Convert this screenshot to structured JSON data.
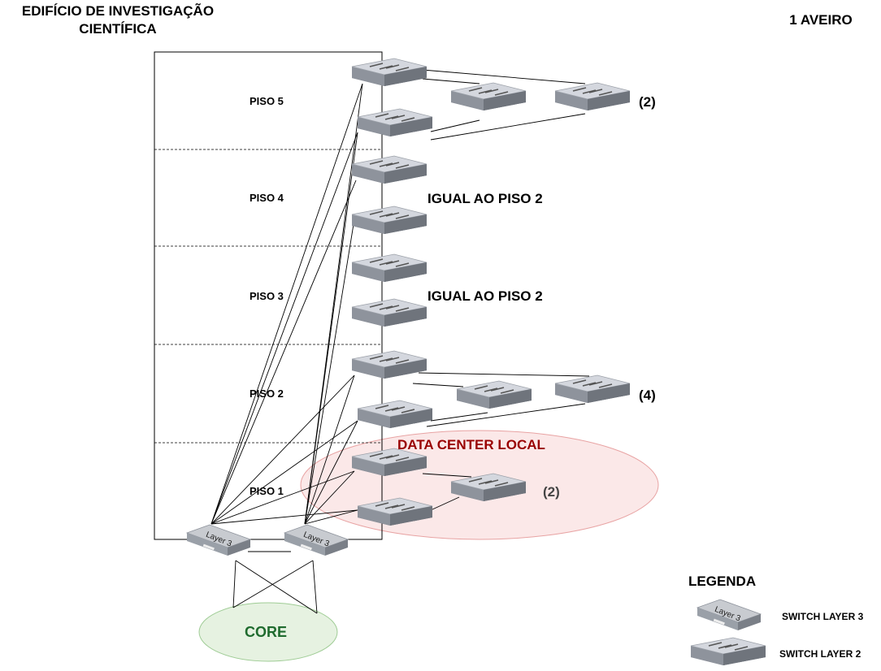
{
  "header": {
    "building_title_line1": "EDIFÍCIO DE INVESTIGAÇÃO",
    "building_title_line2": "CIENTÍFICA",
    "site": "1 AVEIRO"
  },
  "floors": [
    {
      "label": "PISO 5",
      "note": "",
      "count": "(2)"
    },
    {
      "label": "PISO 4",
      "note": "IGUAL AO PISO 2",
      "count": ""
    },
    {
      "label": "PISO 3",
      "note": "IGUAL AO PISO 2",
      "count": ""
    },
    {
      "label": "PISO 2",
      "note": "",
      "count": "(4)"
    },
    {
      "label": "PISO 1",
      "note": "",
      "count": "(2)"
    }
  ],
  "data_center": {
    "label": "DATA CENTER LOCAL"
  },
  "core": {
    "label": "CORE"
  },
  "layer3_switch": {
    "text": "Layer 3"
  },
  "legend": {
    "title": "LEGENDA",
    "items": [
      {
        "icon": "layer3-switch-icon",
        "label": "SWITCH LAYER 3"
      },
      {
        "icon": "layer2-switch-icon",
        "label": "SWITCH LAYER 2"
      }
    ]
  },
  "colors": {
    "switch_top": "#d4d7de",
    "switch_side": "#8e939c",
    "data_center_fill": "#fbe8e8",
    "data_center_stroke": "#e8a3a3",
    "data_center_text": "#990000",
    "core_fill": "#e6f2e1",
    "core_stroke": "#9fcc95",
    "core_text": "#1f6b2e"
  }
}
